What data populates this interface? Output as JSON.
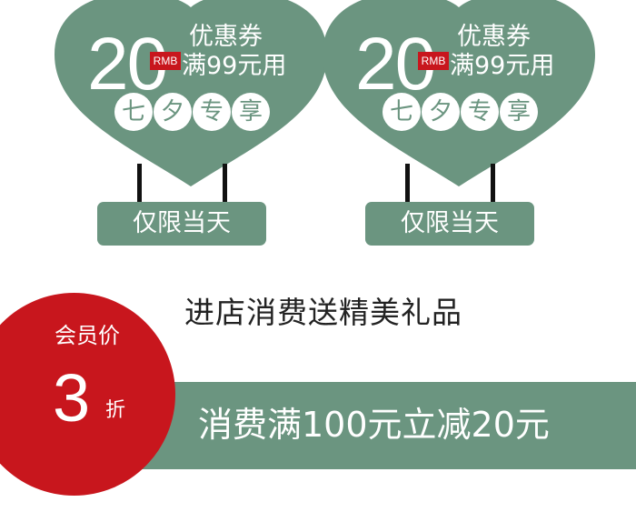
{
  "coupons": [
    {
      "amount": "20",
      "currency": "RMB",
      "title": "优惠券",
      "condition": "满99元用",
      "festival": [
        "七",
        "夕",
        "专",
        "享"
      ],
      "tag": "仅限当天"
    },
    {
      "amount": "20",
      "currency": "RMB",
      "title": "优惠券",
      "condition": "满99元用",
      "festival": [
        "七",
        "夕",
        "专",
        "享"
      ],
      "tag": "仅限当天"
    }
  ],
  "promo": {
    "headline": "进店消费送精美礼品",
    "badge": {
      "label": "会员价",
      "number": "3",
      "unit": "折"
    },
    "discount": "消费满100元立减20元"
  },
  "colors": {
    "green": "#6b9580",
    "red": "#c8161d"
  }
}
